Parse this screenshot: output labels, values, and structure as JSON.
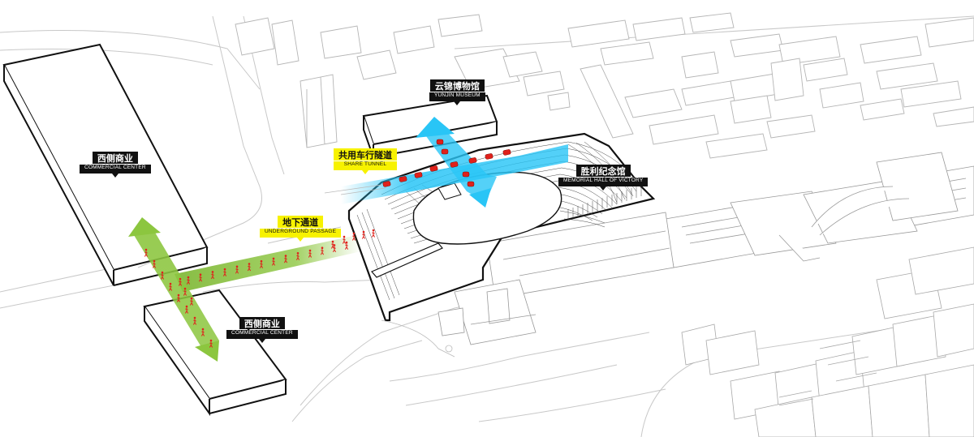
{
  "labels": {
    "west_commercial_north": {
      "zh": "西侧商业",
      "en": "COMMERCIAL CENTER"
    },
    "west_commercial_south": {
      "zh": "西侧商业",
      "en": "COMMERCIAL CENTER"
    },
    "underground_passage": {
      "zh": "地下通道",
      "en": "UNDERGROUND PASSAGE"
    },
    "share_tunnel": {
      "zh": "共用车行隧道",
      "en": "SHARE TUNNEL"
    },
    "yunjin_museum": {
      "zh": "云锦博物馆",
      "en": "YUNJIN MUSEUM"
    },
    "memorial_hall": {
      "zh": "胜利纪念馆",
      "en": "MEMORIAL HALL OF VICTORY"
    }
  },
  "colors": {
    "passage_green": "#8cc63f",
    "tunnel_blue": "#29c5f6",
    "car_red": "#e0211b",
    "pedestrian_red": "#e0211b",
    "callout_dark": "#111111",
    "callout_yellow": "#f7f200",
    "context_line": "#b5b5b5"
  }
}
